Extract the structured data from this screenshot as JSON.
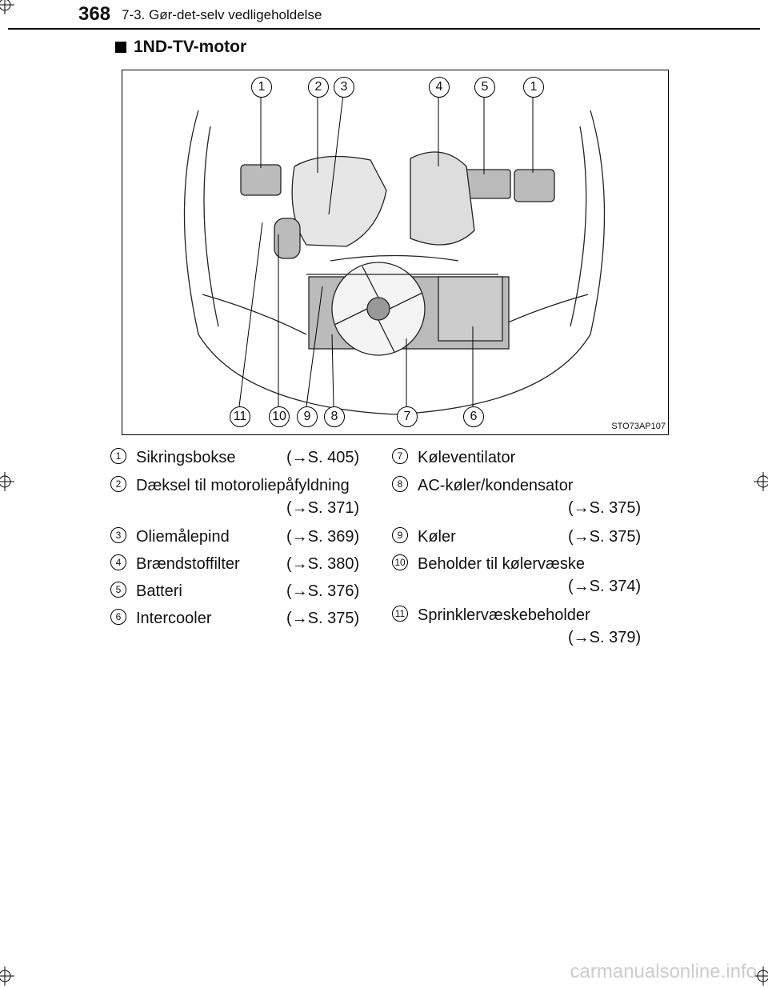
{
  "header": {
    "page_number": "368",
    "chapter": "7-3. Gør-det-selv vedligeholdelse"
  },
  "section": {
    "title": "1ND-TV-motor"
  },
  "figure": {
    "code": "STO73AP107",
    "callouts_top": [
      "1",
      "2",
      "3",
      "4",
      "5",
      "1"
    ],
    "callouts_bottom": [
      "11",
      "10",
      "9",
      "8",
      "7",
      "6"
    ]
  },
  "legend": [
    {
      "num": "1",
      "label": "Sikringsbokse",
      "ref": "S. 405"
    },
    {
      "num": "2",
      "label": "Dæksel til motoroliepåfyldning",
      "ref": "S. 371"
    },
    {
      "num": "3",
      "label": "Oliemålepind",
      "ref": "S. 369"
    },
    {
      "num": "4",
      "label": "Brændstoffilter",
      "ref": "S. 380"
    },
    {
      "num": "5",
      "label": "Batteri",
      "ref": "S. 376"
    },
    {
      "num": "6",
      "label": "Intercooler",
      "ref": "S. 375"
    },
    {
      "num": "7",
      "label": "Køleventilator",
      "ref": ""
    },
    {
      "num": "8",
      "label": "AC-køler/kondensator",
      "ref": "S. 375"
    },
    {
      "num": "9",
      "label": "Køler",
      "ref": "S. 375"
    },
    {
      "num": "10",
      "label": "Beholder til kølervæske",
      "ref": "S. 374"
    },
    {
      "num": "11",
      "label": "Sprinklervæskebeholder",
      "ref": "S. 379"
    }
  ],
  "watermark": "carmanualsonline.info"
}
